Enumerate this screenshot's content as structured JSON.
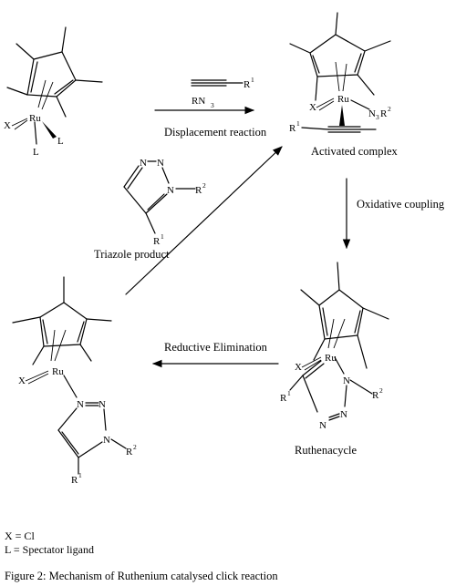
{
  "labels": {
    "displacement": "Displacement reaction",
    "activated": "Activated complex",
    "oxidative": "Oxidative coupling",
    "ruthenacycle": "Ruthenacycle",
    "reductive": "Reductive Elimination",
    "triazole": "Triazole product"
  },
  "reagents": {
    "alkyne_r": "R",
    "alkyne_r_sup": "1",
    "azide_r": "RN",
    "azide_sub": "3"
  },
  "atoms": {
    "ru": "Ru",
    "x": "X",
    "l": "L",
    "n": "N",
    "r": "R",
    "sup1": "1",
    "sup2": "2",
    "n3": "N",
    "n3_sub": "3"
  },
  "legend": {
    "x_def": "X = Cl",
    "l_def": "L = Spectator ligand"
  },
  "caption": "Figure 2: Mechanism of Ruthenium catalysed click reaction"
}
